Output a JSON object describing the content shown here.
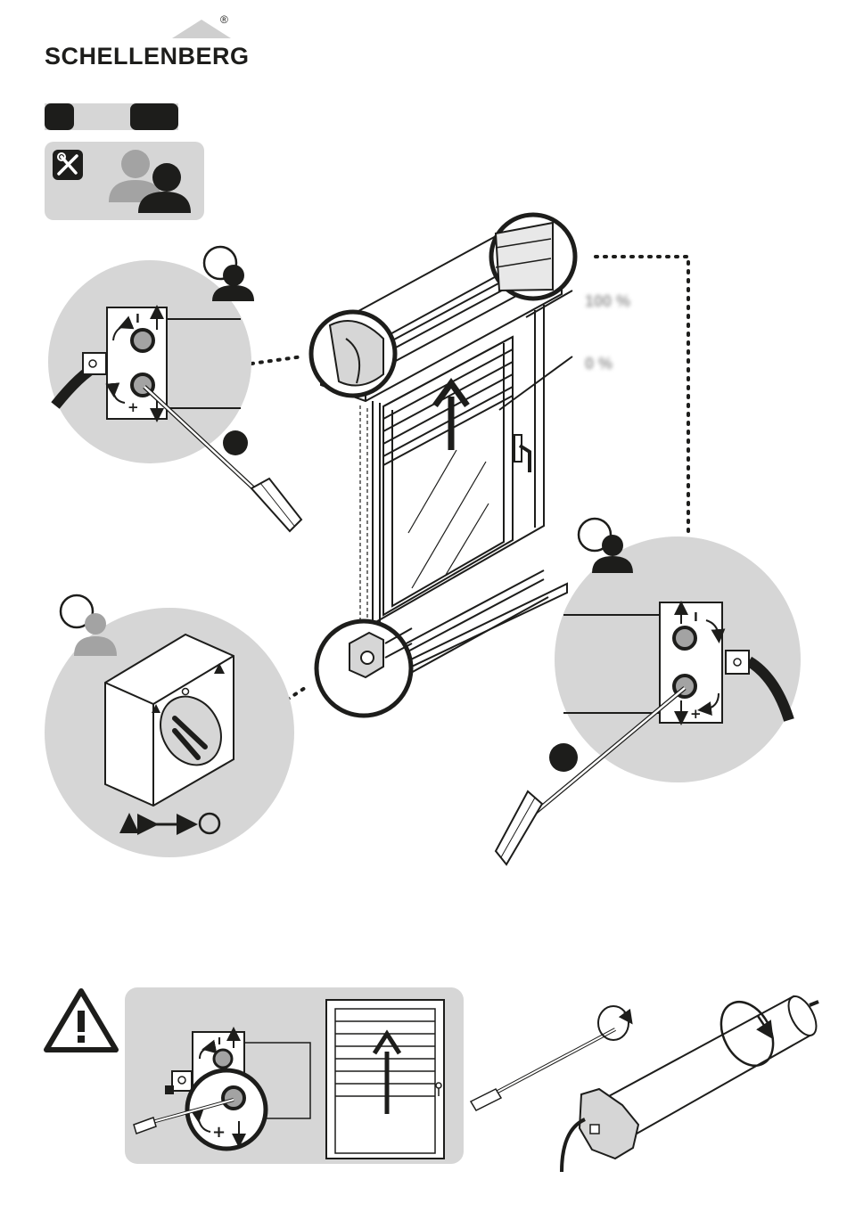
{
  "brand": {
    "name": "SCHELLENBERG",
    "registered": "®"
  },
  "header": {
    "tag_a": "",
    "tag_b": "",
    "tool_icon": "screwdriver-wrench-icon",
    "persons_icon": "two-persons-icon"
  },
  "window_figure": {
    "position_top_label": "100 %",
    "position_bottom_label": "0 %",
    "direction": "up-arrow"
  },
  "detail_left": {
    "person_icon": "person-icon",
    "step_marker": "filled-dot",
    "upper_screw_symbols": [
      "↑",
      "↻",
      "I"
    ],
    "lower_screw_symbols": [
      "↓",
      "↺",
      "+"
    ]
  },
  "detail_right": {
    "person_icon": "person-icon",
    "step_marker": "filled-dot",
    "upper_screw_symbols": [
      "↑",
      "I",
      "↷"
    ],
    "lower_screw_symbols": [
      "↓",
      "+",
      "↶"
    ]
  },
  "switch_detail": {
    "person_icon": "person-icon-grey",
    "legend": "▲ ⟷ ○"
  },
  "warning": {
    "icon": "warning-triangle-icon"
  },
  "colors": {
    "ink": "#1d1d1b",
    "panel_grey": "#d6d6d6",
    "highlight_grey": "#a3a3a3"
  }
}
